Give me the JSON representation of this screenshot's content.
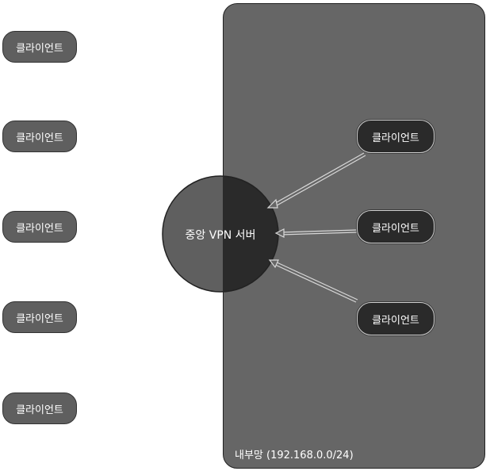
{
  "network": {
    "label": "내부망 (192.168.0.0/24)"
  },
  "server": {
    "label": "중앙 VPN 서버"
  },
  "external_clients": [
    {
      "label": "클라이언트"
    },
    {
      "label": "클라이언트"
    },
    {
      "label": "클라이언트"
    },
    {
      "label": "클라이언트"
    },
    {
      "label": "클라이언트"
    }
  ],
  "internal_clients": [
    {
      "label": "클라이언트"
    },
    {
      "label": "클라이언트"
    },
    {
      "label": "클라이언트"
    }
  ],
  "colors": {
    "lan_fill": "#666666",
    "server_left": "#5f5f5f",
    "server_right": "#2a2a2a",
    "external_client": "#5f5f5f",
    "internal_client": "#2a2a2a",
    "arrow": "#d8d8d8"
  }
}
